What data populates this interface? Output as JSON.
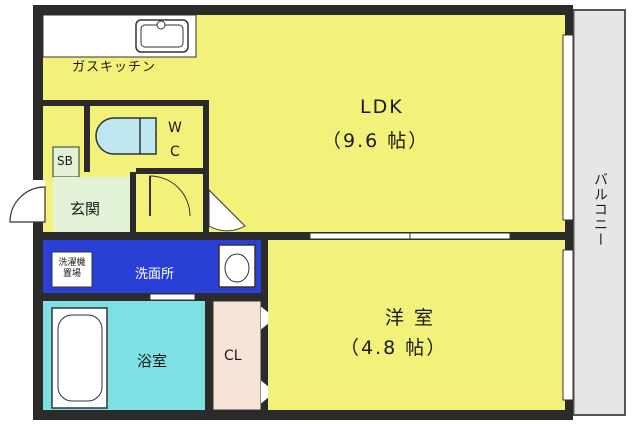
{
  "rooms": {
    "kitchen": "ガスキッチン",
    "ldk_name": "LDK",
    "ldk_size": "（9.6 帖）",
    "wc_w": "W",
    "wc_c": "C",
    "sb": "SB",
    "entrance": "玄関",
    "washer": "洗濯機\n置場",
    "washroom": "洗面所",
    "bathroom": "浴室",
    "closet": "CL",
    "western_name": "洋 室",
    "western_size": "（4.8 帖）",
    "balcony": "バルコニー"
  },
  "colors": {
    "wall": "#2b2b2b",
    "ldk": "#f2f27a",
    "western": "#f2f27a",
    "wc": "#f2f27a",
    "entrance": "#e2f2d6",
    "washroom": "#2a3fd6",
    "bathroom": "#7fe0e4",
    "closet": "#f7e4d8",
    "kitchen_counter": "#ffffff",
    "balcony": "#e6e6e6"
  }
}
